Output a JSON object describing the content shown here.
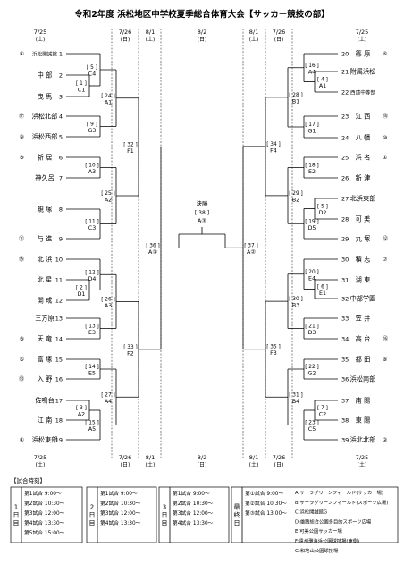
{
  "title": "令和2年度 浜松地区中学校夏季総合体育大会【サッカー競技の部】",
  "dates": [
    {
      "date": "7/25",
      "day": "(土)"
    },
    {
      "date": "7/26",
      "day": "(日)"
    },
    {
      "date": "8/1",
      "day": "(土)"
    },
    {
      "date": "8/2",
      "day": "(日)"
    },
    {
      "date": "8/1",
      "day": "(土)"
    },
    {
      "date": "7/26",
      "day": "(日)"
    },
    {
      "date": "7/25",
      "day": "(土)"
    }
  ],
  "left_teams": [
    {
      "num": "1",
      "mark": "①",
      "name": "浜松開誠館"
    },
    {
      "num": "2",
      "mark": "",
      "name": "中 部"
    },
    {
      "num": "3",
      "mark": "",
      "name": "曳 馬"
    },
    {
      "num": "4",
      "mark": "⑰",
      "name": "浜松北部"
    },
    {
      "num": "5",
      "mark": "⑨",
      "name": "浜松西部"
    },
    {
      "num": "6",
      "mark": "③",
      "name": "新 居"
    },
    {
      "num": "7",
      "mark": "",
      "name": "神久呂"
    },
    {
      "num": "8",
      "mark": "",
      "name": "蜆 塚"
    },
    {
      "num": "9",
      "mark": "⑪",
      "name": "与 進"
    },
    {
      "num": "10",
      "mark": "⑮",
      "name": "北 浜"
    },
    {
      "num": "11",
      "mark": "",
      "name": "北 星"
    },
    {
      "num": "12",
      "mark": "",
      "name": "開 成"
    },
    {
      "num": "13",
      "mark": "",
      "name": "三方原"
    },
    {
      "num": "14",
      "mark": "③",
      "name": "天 竜"
    },
    {
      "num": "15",
      "mark": "⑤",
      "name": "富 塚"
    },
    {
      "num": "16",
      "mark": "⑬",
      "name": "入 野"
    },
    {
      "num": "17",
      "mark": "",
      "name": "佐鳴台"
    },
    {
      "num": "18",
      "mark": "",
      "name": "江 南"
    },
    {
      "num": "19",
      "mark": "④",
      "name": "浜松東部"
    }
  ],
  "right_teams": [
    {
      "num": "20",
      "mark": "⑥",
      "name": "篠 原"
    },
    {
      "num": "21",
      "mark": "",
      "name": "附属浜松"
    },
    {
      "num": "22",
      "mark": "",
      "name": "西遠中等部"
    },
    {
      "num": "23",
      "mark": "⑭",
      "name": "江 西"
    },
    {
      "num": "24",
      "mark": "⑩",
      "name": "八 幡"
    },
    {
      "num": "25",
      "mark": "①",
      "name": "浜 名"
    },
    {
      "num": "26",
      "mark": "",
      "name": "新 津"
    },
    {
      "num": "27",
      "mark": "",
      "name": "北浜東部"
    },
    {
      "num": "28",
      "mark": "",
      "name": "可 美"
    },
    {
      "num": "29",
      "mark": "⑫",
      "name": "丸 塚"
    },
    {
      "num": "30",
      "mark": "⑦",
      "name": "積 志"
    },
    {
      "num": "31",
      "mark": "",
      "name": "湖 東"
    },
    {
      "num": "32",
      "mark": "",
      "name": "中部学園"
    },
    {
      "num": "33",
      "mark": "",
      "name": "笠 井"
    },
    {
      "num": "34",
      "mark": "⑯",
      "name": "高 台"
    },
    {
      "num": "35",
      "mark": "⑧",
      "name": "都 田"
    },
    {
      "num": "36",
      "mark": "",
      "name": "浜松南部"
    },
    {
      "num": "37",
      "mark": "",
      "name": "南 陽"
    },
    {
      "num": "38",
      "mark": "",
      "name": "東 陽"
    },
    {
      "num": "39",
      "mark": "②",
      "name": "浜北北部"
    }
  ],
  "matches_left": [
    {
      "no": "[ 1 ]",
      "place": "C1"
    },
    {
      "no": "[ 5 ]",
      "place": "C4"
    },
    {
      "no": "[ 9 ]",
      "place": "G3"
    },
    {
      "no": "[ 24 ]",
      "place": "A1"
    },
    {
      "no": "[ 10 ]",
      "place": "A3"
    },
    {
      "no": "[ 11 ]",
      "place": "C3"
    },
    {
      "no": "[ 25 ]",
      "place": "A2"
    },
    {
      "no": "[ 32 ]",
      "place": "F1"
    },
    {
      "no": "[ 2 ]",
      "place": "D1"
    },
    {
      "no": "[ 12 ]",
      "place": "D4"
    },
    {
      "no": "[ 13 ]",
      "place": "E3"
    },
    {
      "no": "[ 26 ]",
      "place": "A3"
    },
    {
      "no": "[ 14 ]",
      "place": "E5"
    },
    {
      "no": "[ 3 ]",
      "place": "A2"
    },
    {
      "no": "[ 15 ]",
      "place": "A5"
    },
    {
      "no": "[ 27 ]",
      "place": "A4"
    },
    {
      "no": "[ 33 ]",
      "place": "F2"
    },
    {
      "no": "[ 36 ]",
      "place": "A①"
    }
  ],
  "matches_right": [
    {
      "no": "[ 4 ]",
      "place": "A1"
    },
    {
      "no": "[ 16 ]",
      "place": "A4"
    },
    {
      "no": "[ 17 ]",
      "place": "G1"
    },
    {
      "no": "[ 28 ]",
      "place": "B1"
    },
    {
      "no": "[ 18 ]",
      "place": "E2"
    },
    {
      "no": "[ 5 ]",
      "place": "D2"
    },
    {
      "no": "[ 19 ]",
      "place": "D5"
    },
    {
      "no": "[ 29 ]",
      "place": "B2"
    },
    {
      "no": "[ 34 ]",
      "place": "F4"
    },
    {
      "no": "[ 6 ]",
      "place": "E1"
    },
    {
      "no": "[ 20 ]",
      "place": "E4"
    },
    {
      "no": "[ 21 ]",
      "place": "D3"
    },
    {
      "no": "[ 30 ]",
      "place": "B3"
    },
    {
      "no": "[ 22 ]",
      "place": "G2"
    },
    {
      "no": "[ 7 ]",
      "place": "C2"
    },
    {
      "no": "[ 23 ]",
      "place": "C5"
    },
    {
      "no": "[ 31 ]",
      "place": "B4"
    },
    {
      "no": "[ 35 ]",
      "place": "F3"
    },
    {
      "no": "[ 37 ]",
      "place": "A②"
    }
  ],
  "final": {
    "label": "決勝",
    "no": "[ 38 ]",
    "place": "A③"
  },
  "schedule": {
    "header": "【試合時刻】",
    "day1": {
      "label": "1日目",
      "times": [
        "第1試合 9:00～",
        "第2試合 10:30～",
        "第3試合 12:00～",
        "第4試合 13:30～",
        "第5試合 15:00～"
      ]
    },
    "day2": {
      "label": "2日目",
      "times": [
        "第1試合 9:00～",
        "第2試合 10:30～",
        "第3試合 12:00～",
        "第4試合 13:30～"
      ]
    },
    "day3": {
      "label": "3日目",
      "times": [
        "第1試合 9:00～",
        "第2試合 10:30～",
        "第3試合 12:00～",
        "第4試合 13:30～"
      ]
    },
    "day4": {
      "label": "最終日",
      "times": [
        "第①試合 9:00～",
        "第②試合 10:30～",
        "第③試合 13:00～"
      ]
    },
    "venues": [
      "A:サーラグリーンフィールド(サッカー場)",
      "B:サーラグリーンフィールド(スポーツ広場)",
      "C:浜松開誠館G",
      "D:雄踏総合公園多目的スポーツ広場",
      "E:可美公園サッカー場",
      "F:遠州灘海浜公園球技場(東側)",
      "G:和地山公園球技場"
    ]
  }
}
